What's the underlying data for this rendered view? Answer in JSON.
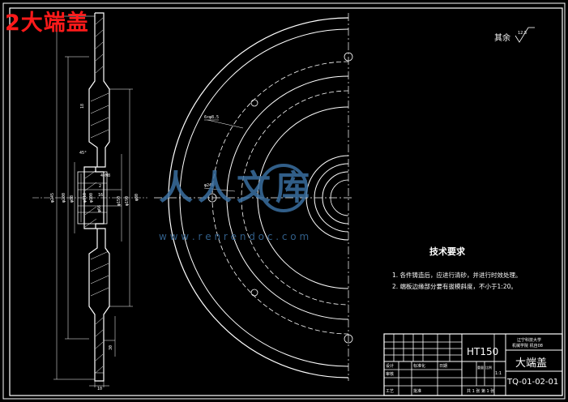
{
  "overlay_title": "2大端盖",
  "roughness": {
    "label": "其余",
    "value": "12.5"
  },
  "watermark": {
    "brand": "人人文库",
    "url": "w w w . r e n r e n d o c . c o m"
  },
  "technical_requirements": {
    "heading": "技术要求",
    "items": [
      "1. 各件铸造后，应进行清砂，并进行时效处理。",
      "2. 端板边缘部分要有拔模斜度，不小于1:20。"
    ]
  },
  "dimensions": {
    "d1": "φ245",
    "d2": "φ200",
    "d3": "φ88",
    "d4": "φ110",
    "d5": "φ100",
    "d6": "φ150",
    "d7": "φ190",
    "d8": "φ80",
    "d9": "φ66",
    "d10": "6×φ8.5",
    "d11": "φ245",
    "d12": "4×M8",
    "t1": "10",
    "t2": "2",
    "t3": "16",
    "t4": "18",
    "t5": "30",
    "t6": "45°"
  },
  "title_block": {
    "material": "HT150",
    "part_name": "大端盖",
    "drawing_number": "TQ-01-02-01",
    "school_line1": "辽宁科技大学",
    "school_line2": "机械学院 机自08",
    "scale_label": "比例",
    "scale_value": "1:1",
    "sheet_info": "共 1 张  第 1 张",
    "weight_label": "重量",
    "designer_label": "设计",
    "checker_label": "审核",
    "standard_label": "标准化",
    "process_label": "工艺",
    "approve_label": "批准",
    "date_label": "日期"
  },
  "colors": {
    "background": "#000000",
    "lines": "#ffffff",
    "overlay_title": "#ff1a1a",
    "watermark": "#3a6fa0"
  }
}
